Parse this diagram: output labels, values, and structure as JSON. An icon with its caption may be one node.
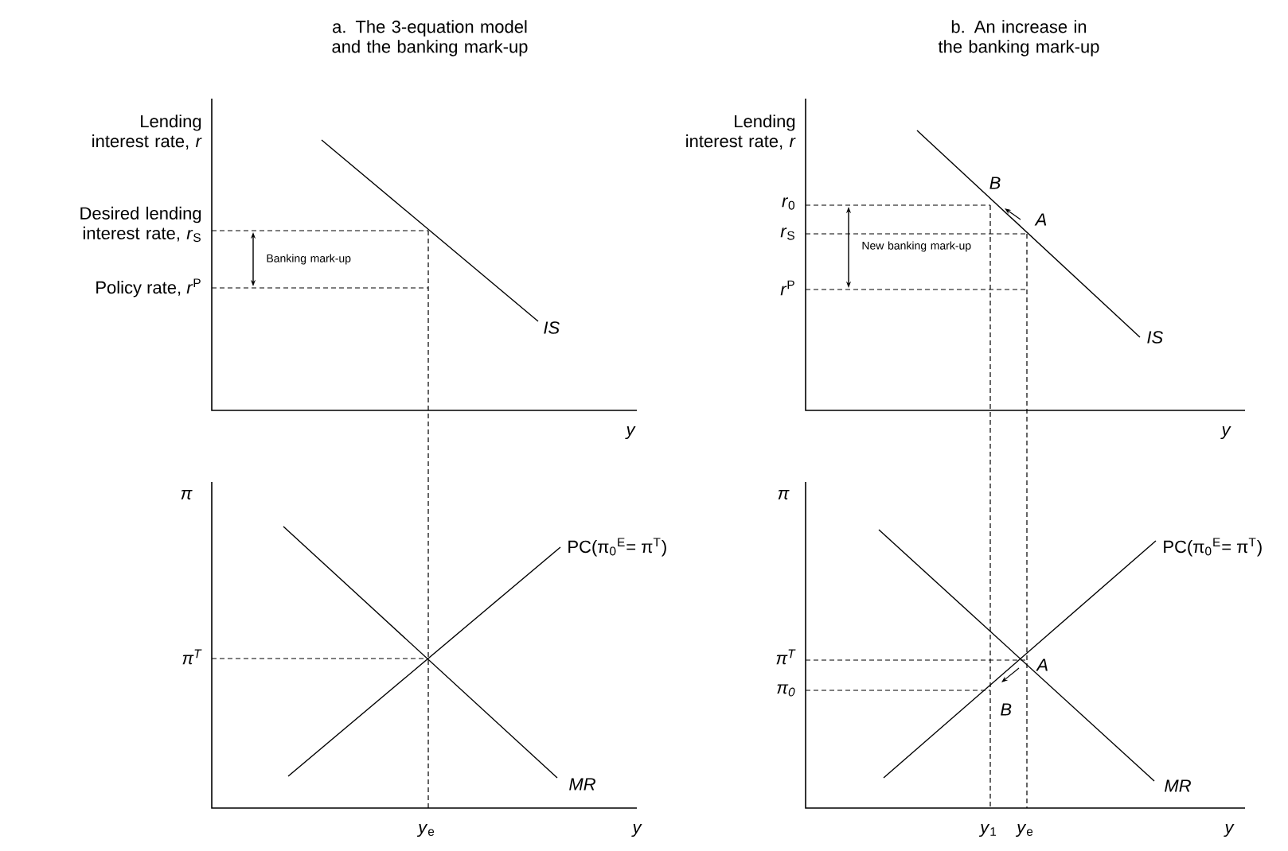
{
  "diagram": {
    "labels": [
      "a. The 3-equation model and the banking mark-up",
      "b. An increase in the banking mark-up",
      "Lending interest rate, *r*",
      "Desired lending interest rate, *r*$_{S}$",
      "Banking mark-up",
      "Policy rate, *r*$^{P}$",
      "IS",
      "y",
      "Lending interest rate, *r*",
      "B",
      "*r*$_{0}$",
      "A",
      "*r*$_{S}$",
      "New banking mark-up",
      "*r*$^{P}$",
      "IS",
      "y",
      "π",
      "PC(π$_{0}$$^{E}$= π$^{T}$)",
      "π$^{T}$",
      "MR",
      "*y*$_{e}$",
      "y",
      "π",
      "PC(π$_{0}$$^{E}$= π$^{T}$)",
      "π$^{T}$",
      "A",
      "π$_{0}$",
      "B",
      "MR",
      "*y*$_{1}$",
      "*y*$_{e}$",
      "y"
    ]
  }
}
